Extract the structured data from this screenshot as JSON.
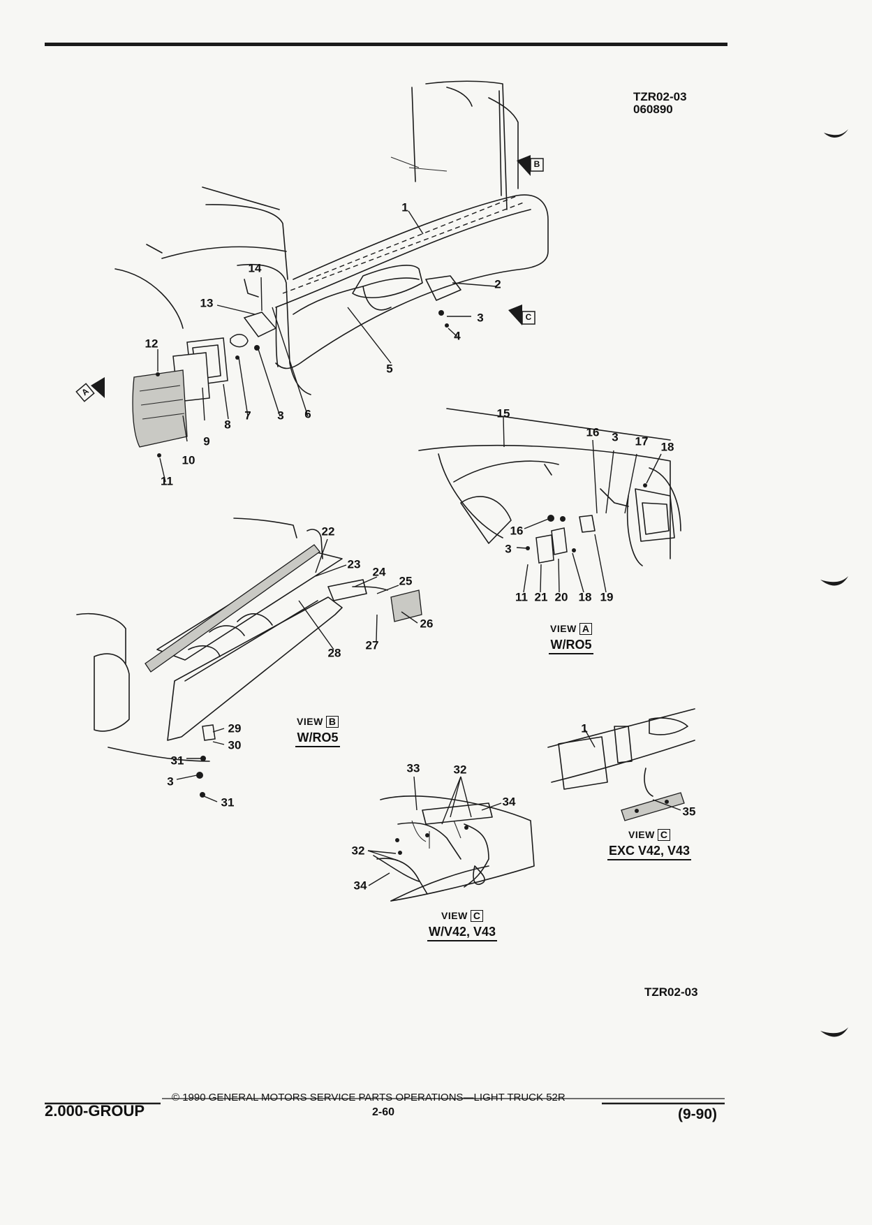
{
  "header": {
    "figure_code": "TZR02-03",
    "figure_date": "060890"
  },
  "views": [
    {
      "label": "VIEW",
      "letter": "A",
      "sub": "W/RO5"
    },
    {
      "label": "VIEW",
      "letter": "B",
      "sub": "W/RO5"
    },
    {
      "label": "VIEW",
      "letter": "C",
      "sub": "EXC V42, V43"
    },
    {
      "label": "VIEW",
      "letter": "C",
      "sub": "W/V42, V43"
    }
  ],
  "arrow_markers": [
    "A",
    "B",
    "C"
  ],
  "callouts": {
    "main": [
      "1",
      "2",
      "3",
      "4",
      "5",
      "6",
      "7",
      "3",
      "8",
      "9",
      "10",
      "11",
      "12",
      "13",
      "14"
    ],
    "view_a": [
      "15",
      "16",
      "3",
      "17",
      "18",
      "16",
      "3",
      "11",
      "21",
      "20",
      "18",
      "19"
    ],
    "view_b": [
      "22",
      "23",
      "24",
      "25",
      "26",
      "27",
      "28",
      "29",
      "30",
      "31",
      "3",
      "31"
    ],
    "view_c_exc": [
      "1",
      "35"
    ],
    "view_c_w": [
      "33",
      "32",
      "34",
      "32",
      "34"
    ]
  },
  "footer_code": "TZR02-03",
  "footer": {
    "group": "2.000-GROUP",
    "copyright": "© 1990 GENERAL MOTORS SERVICE PARTS OPERATIONS—LIGHT TRUCK 52R",
    "page": "2-60",
    "date": "(9-90)"
  }
}
